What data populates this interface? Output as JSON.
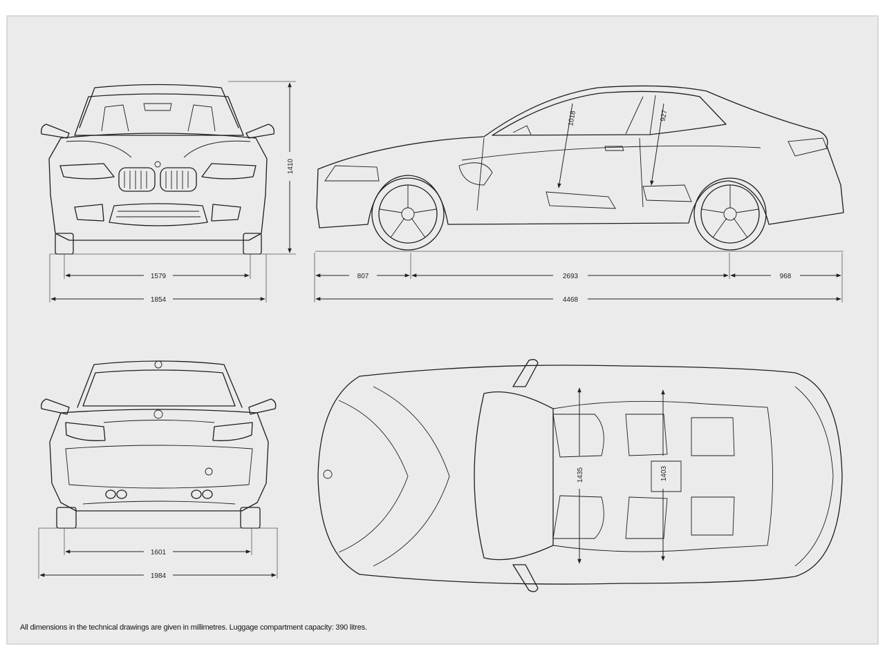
{
  "page": {
    "background": "#ebebeb",
    "sheet_border": "#bdbdbd",
    "line_color": "#1c1c1c"
  },
  "icons": [
    "bmw-logo-icon",
    "wheel-icon",
    "exhaust-icon"
  ],
  "front_view": {
    "track_front": "1579",
    "overall_width": "1854",
    "height": "1410"
  },
  "side_view": {
    "front_overhang": "807",
    "wheelbase": "2693",
    "rear_overhang": "968",
    "overall_length": "4468",
    "front_headroom": "1018",
    "rear_headroom": "927"
  },
  "rear_view": {
    "track_rear": "1601",
    "width_with_mirrors": "1984"
  },
  "top_view": {
    "front_shoulder_width": "1435",
    "rear_shoulder_width": "1403"
  },
  "footnote": "All dimensions in the technical drawings are given in millimetres. Luggage compartment capacity: 390 litres."
}
